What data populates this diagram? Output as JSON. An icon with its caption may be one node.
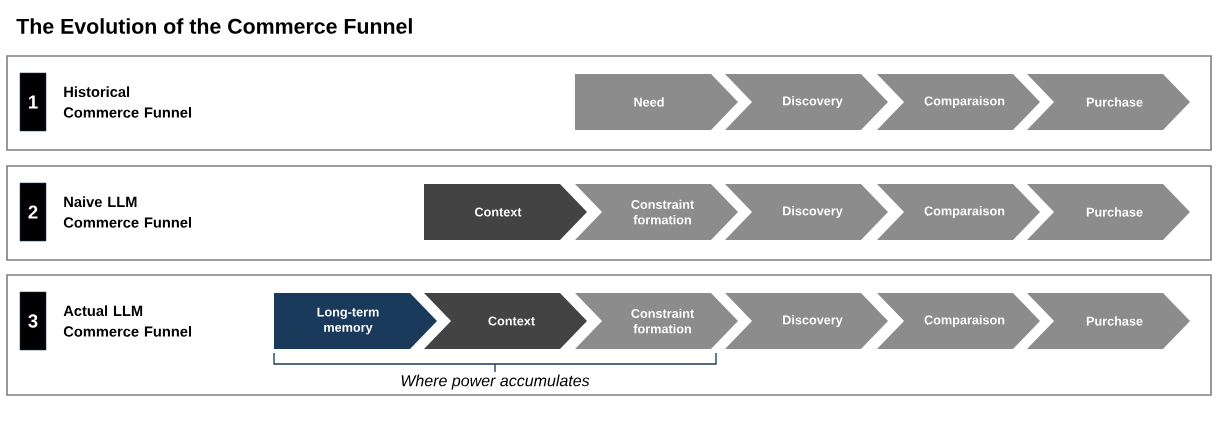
{
  "diagram": {
    "title": "The Evolution of the Commerce Funnel",
    "nodes": [
      {
        "text": [
          "Historical Commerce Funnel"
        ]
      },
      {
        "text": [
          "1"
        ],
        "in": 0
      },
      {
        "text": [
          "Need"
        ],
        "in": 0
      },
      {
        "text": [
          "Discovery"
        ],
        "in": 0
      },
      {
        "text": [
          "Comparaison"
        ],
        "in": 0
      },
      {
        "text": [
          "Purchase"
        ],
        "in": 0
      },
      {
        "text": [
          "Naive LLM Commerce Funnel"
        ]
      },
      {
        "text": [
          "2"
        ],
        "in": 6
      },
      {
        "text": [
          "Context"
        ],
        "in": 6
      },
      {
        "text": [
          "Constraint formation"
        ],
        "in": 6
      },
      {
        "text": [
          "Discovery"
        ],
        "in": 6
      },
      {
        "text": [
          "Comparaison"
        ],
        "in": 6
      },
      {
        "text": [
          "Purchase"
        ],
        "in": 6
      },
      {
        "text": [
          "Actual LLM Commerce Funnel"
        ]
      },
      {
        "text": [
          "3"
        ],
        "in": 13
      },
      {
        "text": [
          "Long-term memory"
        ],
        "in": 13
      },
      {
        "text": [
          "Context"
        ],
        "in": 13
      },
      {
        "text": [
          "Constraint formation"
        ],
        "in": 13
      },
      {
        "text": [
          "Discovery"
        ],
        "in": 13
      },
      {
        "text": [
          "Comparaison"
        ],
        "in": 13
      },
      {
        "text": [
          "Purchase"
        ],
        "in": 13
      }
    ],
    "labels": [
      "Where power accumulates"
    ]
  }
}
